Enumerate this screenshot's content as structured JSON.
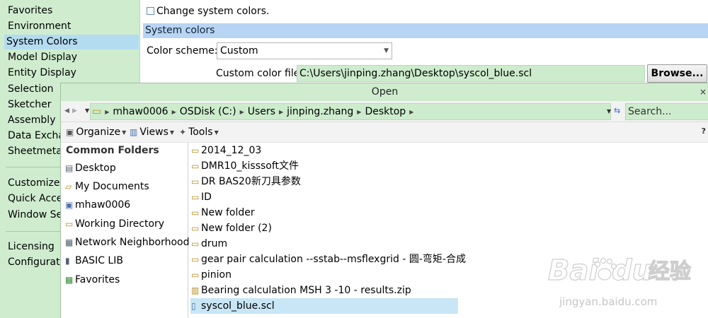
{
  "sidebar": {
    "items": [
      {
        "label": "Favorites"
      },
      {
        "label": "Environment"
      },
      {
        "label": "System Colors",
        "selected": true
      },
      {
        "label": "Model Display"
      },
      {
        "label": "Entity Display"
      },
      {
        "label": "Selection"
      },
      {
        "label": "Sketcher"
      },
      {
        "label": "Assembly"
      },
      {
        "label": "Data Excha"
      },
      {
        "label": "Sheetmeta"
      },
      {
        "label": "Customize"
      },
      {
        "label": "Quick Acce"
      },
      {
        "label": "Window Se"
      },
      {
        "label": "Licensing"
      },
      {
        "label": "Configurati"
      }
    ]
  },
  "main": {
    "change_colors_label": "Change system colors.",
    "section_title": "System colors",
    "color_scheme_label": "Color scheme:",
    "color_scheme_value": "Custom",
    "custom_file_label": "Custom color file:",
    "custom_file_value": "C:\\Users\\jinping.zhang\\Desktop\\syscol_blue.scl",
    "browse_label": "Browse..."
  },
  "dialog": {
    "title": "Open",
    "close": "×",
    "path_segments": [
      "mhaw0006",
      "OSDisk (C:)",
      "Users",
      "jinping.zhang",
      "Desktop"
    ],
    "search_placeholder": "Search...",
    "toolbar": {
      "organize": "Organize",
      "views": "Views",
      "tools": "Tools"
    },
    "common_folders_header": "Common Folders",
    "common_folders": [
      {
        "label": "Desktop",
        "icon": "desktop-icon"
      },
      {
        "label": "My Documents",
        "icon": "documents-icon"
      },
      {
        "label": "mhaw0006",
        "icon": "computer-icon"
      },
      {
        "label": "Working Directory",
        "icon": "working-directory-icon"
      },
      {
        "label": "Network Neighborhood",
        "icon": "network-icon"
      },
      {
        "label": "BASIC LIB",
        "icon": "library-icon"
      },
      {
        "label": "Favorites",
        "icon": "favorites-icon"
      }
    ],
    "files": [
      {
        "name": "2014_12_03",
        "type": "folder"
      },
      {
        "name": "DMR10_kisssoft文件",
        "type": "folder"
      },
      {
        "name": "DR BAS20新刀具参数",
        "type": "folder"
      },
      {
        "name": "ID",
        "type": "folder"
      },
      {
        "name": "New folder",
        "type": "folder"
      },
      {
        "name": "New folder (2)",
        "type": "folder"
      },
      {
        "name": "drum",
        "type": "folder"
      },
      {
        "name": "gear pair calculation --sstab--msflexgrid - 圆-弯矩-合成",
        "type": "folder"
      },
      {
        "name": "pinion",
        "type": "folder"
      },
      {
        "name": "Bearing calculation MSH 3 -10 - results.zip",
        "type": "zip"
      },
      {
        "name": "syscol_blue.scl",
        "type": "file",
        "selected": true
      }
    ]
  },
  "watermark": {
    "brand": "Bai",
    "brand2": "du",
    "cn": "经验",
    "url": "jingyan.baidu.com"
  },
  "colors": {
    "accent_green": "#cdeccd",
    "selection_blue": "#b4dcf0",
    "section_blue": "#b8d4f4"
  }
}
